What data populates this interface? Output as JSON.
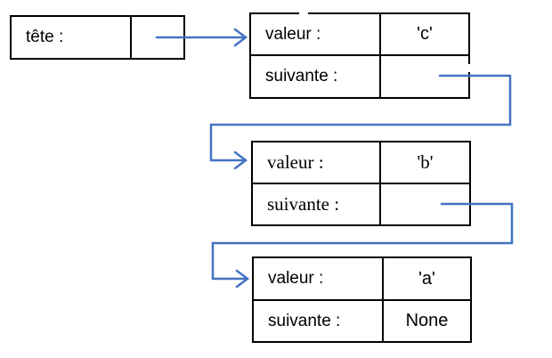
{
  "head": {
    "label": "tête :"
  },
  "nodes": [
    {
      "valeur_label": "valeur :",
      "valeur": "'c'",
      "suivante_label": "suivante :",
      "suivante": ""
    },
    {
      "valeur_label": "valeur :",
      "valeur": "'b'",
      "suivante_label": "suivante :",
      "suivante": ""
    },
    {
      "valeur_label": "valeur :",
      "valeur": "'a'",
      "suivante_label": "suivante :",
      "suivante": "None"
    }
  ],
  "colors": {
    "arrow": "#4472c4",
    "border": "#000000"
  }
}
